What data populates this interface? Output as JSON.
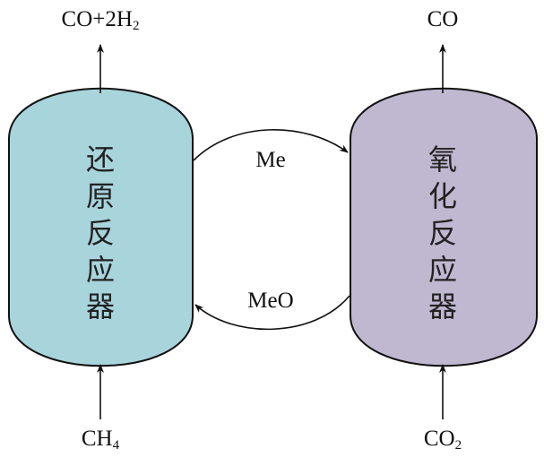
{
  "reducer": {
    "label_chars": [
      "还",
      "原",
      "反",
      "应",
      "器"
    ],
    "fill": "#a8d4dc",
    "output": {
      "main": "CO+2H",
      "sub": "2",
      "tail": ""
    },
    "input": {
      "main": "CH",
      "sub": "4"
    }
  },
  "oxidizer": {
    "label_chars": [
      "氧",
      "化",
      "反",
      "应",
      "器"
    ],
    "fill": "#c0b7d0",
    "output": {
      "main": "CO"
    },
    "input": {
      "main": "CO",
      "sub": "2"
    }
  },
  "flows": {
    "top": "Me",
    "bottom": "MeO"
  }
}
